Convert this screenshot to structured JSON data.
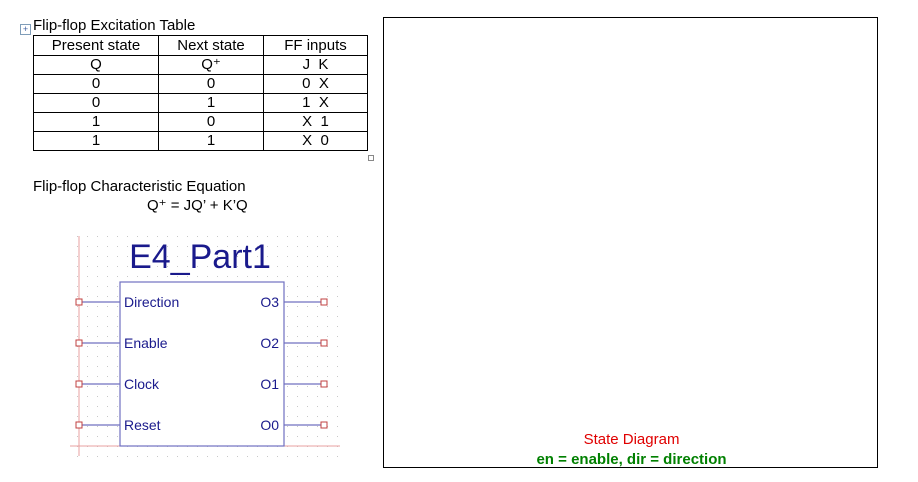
{
  "excitation_table": {
    "title": "Flip-flop Excitation Table",
    "header_row1": [
      "Present state",
      "Next state",
      "FF inputs"
    ],
    "header_row2": [
      "Q",
      "Q⁺",
      "J  K"
    ],
    "rows": [
      [
        "0",
        "0",
        "0  X"
      ],
      [
        "0",
        "1",
        "1  X"
      ],
      [
        "1",
        "0",
        "X  1"
      ],
      [
        "1",
        "1",
        "X  0"
      ]
    ]
  },
  "characteristic": {
    "title": "Flip-flop Characteristic Equation",
    "equation": "Q⁺ = JQ’ + K’Q"
  },
  "symbol": {
    "title": "E4_Part1",
    "inputs": [
      "Direction",
      "Enable",
      "Clock",
      "Reset"
    ],
    "outputs": [
      "O3",
      "O2",
      "O1",
      "O0"
    ],
    "colors": {
      "text": "#1a1a8c",
      "wire": "#7070c0",
      "pin": "#c04040",
      "grid": "#c8c8c8"
    }
  },
  "state_diagram": {
    "title": "State Diagram",
    "legend": "en = enable, dir = direction",
    "colors": {
      "title": "#e00000",
      "legend": "#008000"
    }
  }
}
